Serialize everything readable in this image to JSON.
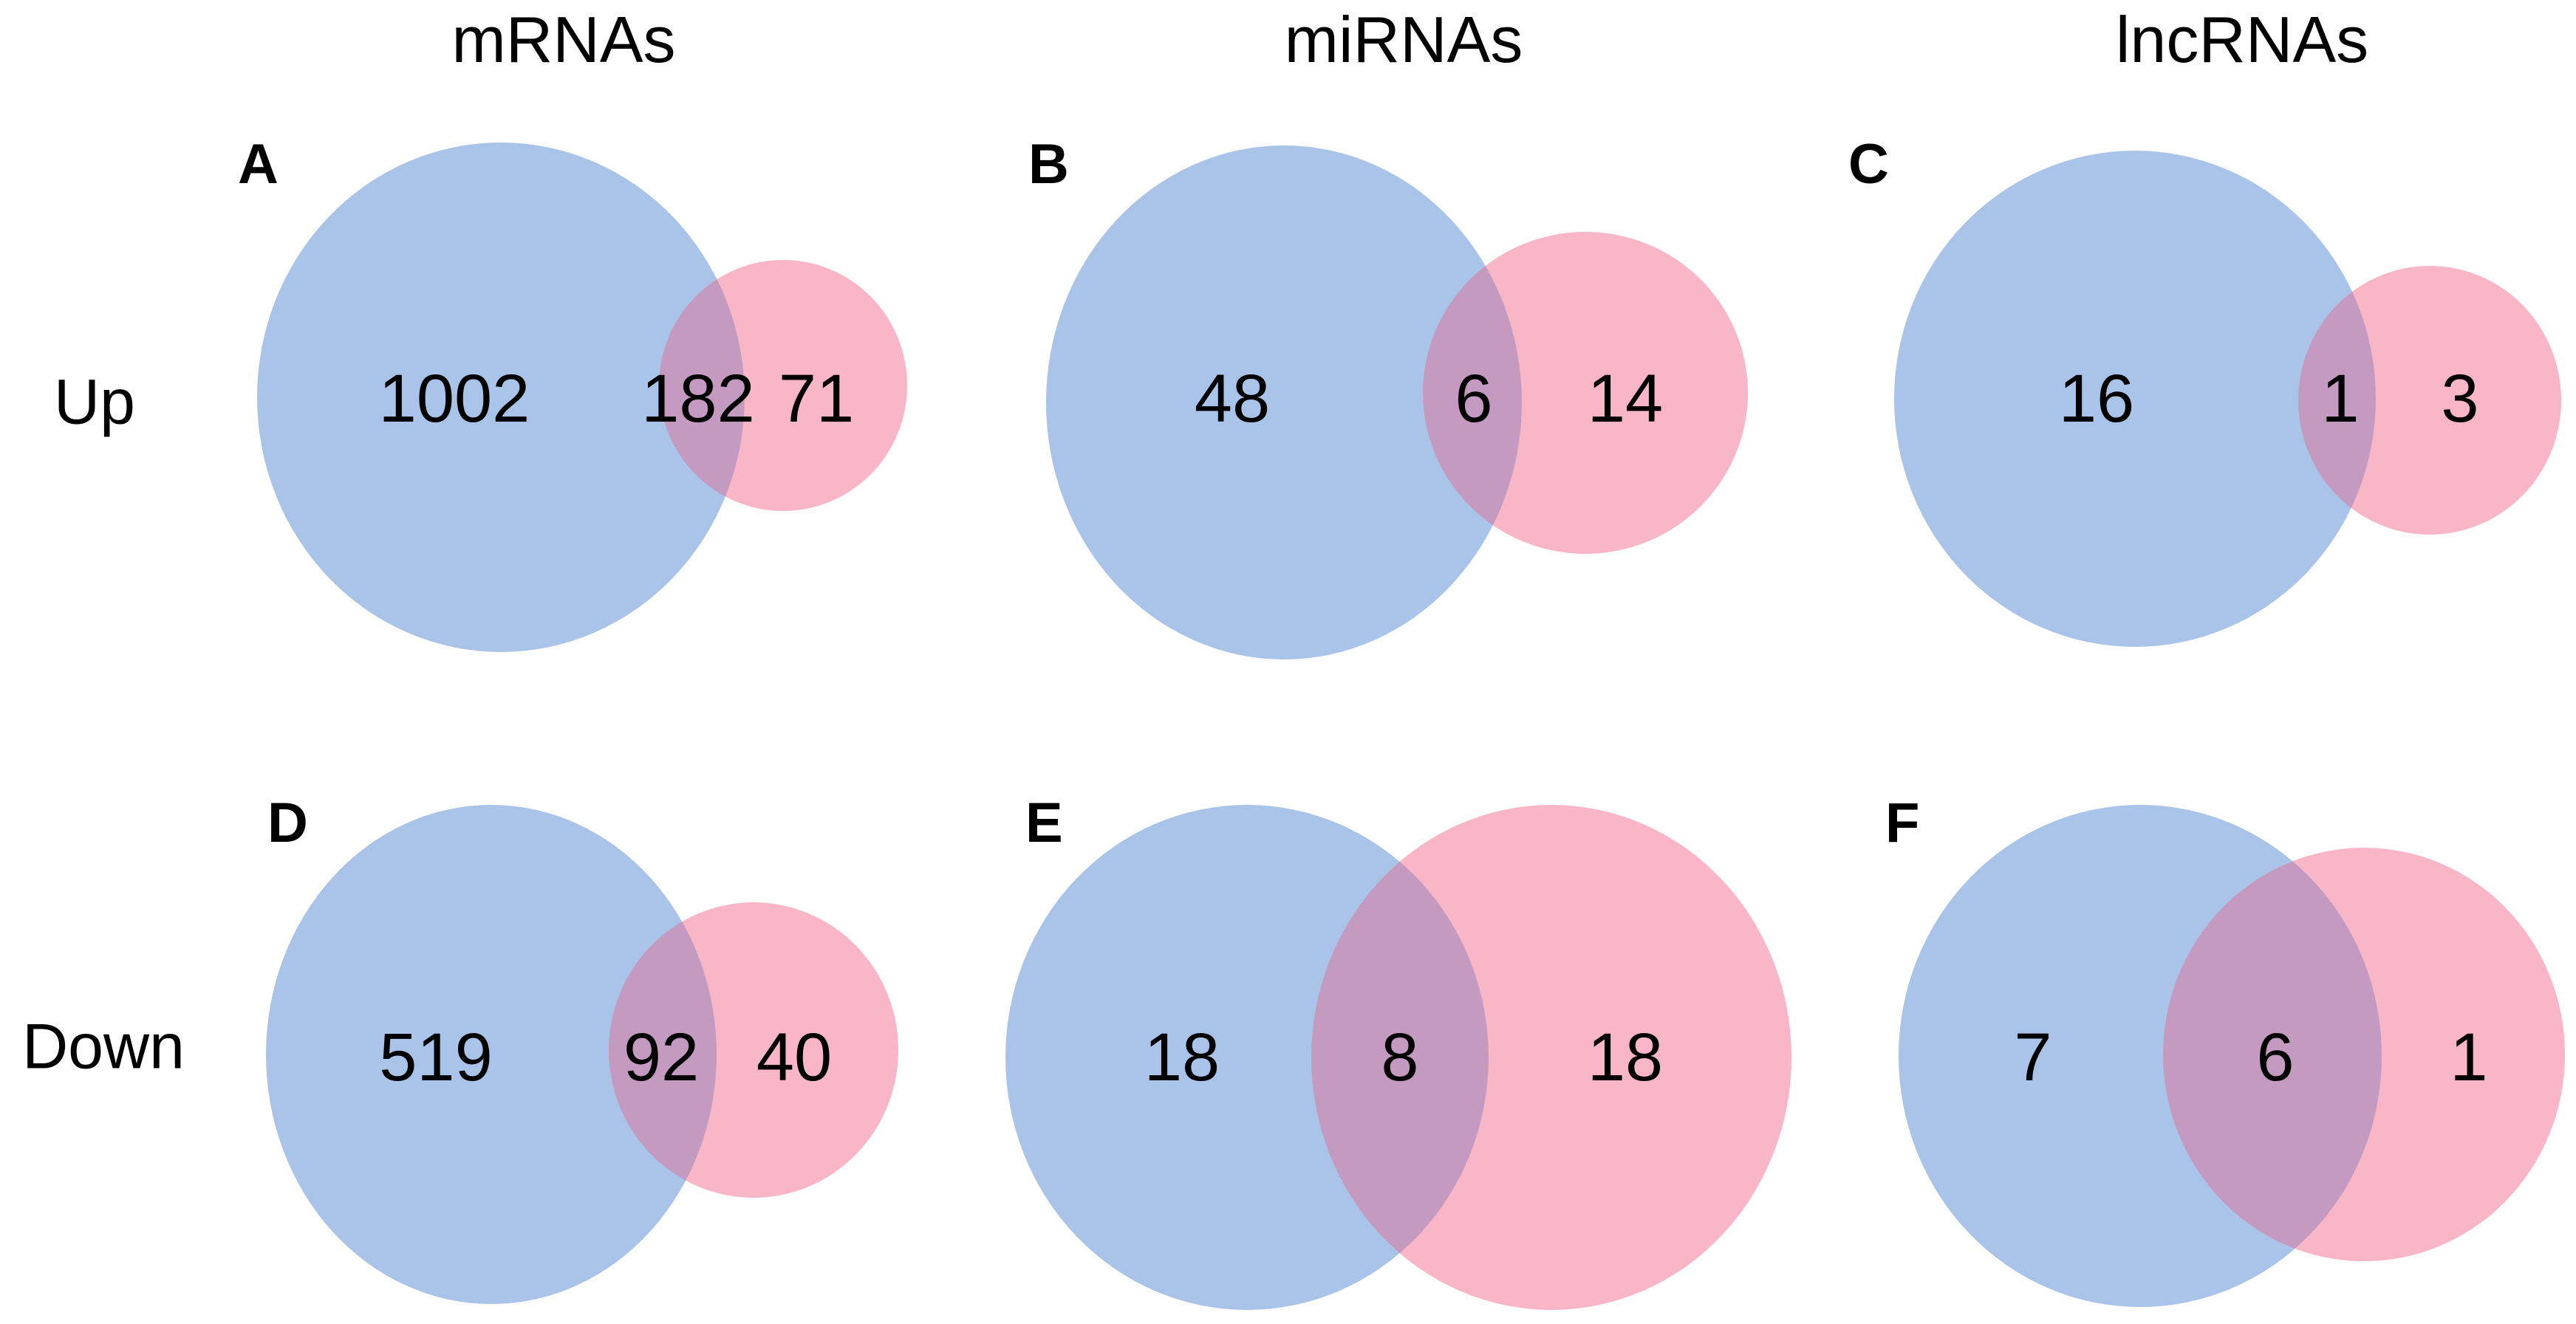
{
  "figure": {
    "column_headers": [
      "mRNAs",
      "miRNAs",
      "lncRNAs"
    ],
    "row_labels": [
      "Up",
      "Down"
    ]
  },
  "colors": {
    "blue_circle": "#a9c4e8",
    "pink_circle": "#f9b6c7",
    "overlap_region": "#c59ac1",
    "text": "#000000",
    "background": "#ffffff"
  },
  "chart_data": {
    "type": "venn",
    "title": "",
    "columns": [
      "mRNAs",
      "miRNAs",
      "lncRNAs"
    ],
    "rows": [
      "Up",
      "Down"
    ],
    "legend_position": "none",
    "panels": [
      {
        "letter": "A",
        "row": "Up",
        "column": "mRNAs",
        "blue_only": 1002,
        "overlap": 182,
        "pink_only": 71,
        "layout": {
          "blue": [
            678,
            538,
            330,
            345
          ],
          "pink": [
            1060,
            522,
            168,
            170
          ],
          "letter_pos": [
            322,
            248
          ],
          "count_pos": {
            "blue": [
              615,
              540
            ],
            "overlap": [
              945,
              540
            ],
            "pink": [
              1105,
              540
            ]
          }
        }
      },
      {
        "letter": "B",
        "row": "Up",
        "column": "miRNAs",
        "blue_only": 48,
        "overlap": 6,
        "pink_only": 14,
        "layout": {
          "blue": [
            1738,
            545,
            322,
            348
          ],
          "pink": [
            2146,
            532,
            220,
            218
          ],
          "letter_pos": [
            1392,
            248
          ],
          "count_pos": {
            "blue": [
              1668,
              540
            ],
            "overlap": [
              1995,
              540
            ],
            "pink": [
              2200,
              540
            ]
          }
        }
      },
      {
        "letter": "C",
        "row": "Up",
        "column": "lncRNAs",
        "blue_only": 16,
        "overlap": 1,
        "pink_only": 3,
        "layout": {
          "blue": [
            2890,
            540,
            326,
            336
          ],
          "pink": [
            3289,
            542,
            178,
            182
          ],
          "letter_pos": [
            2502,
            248
          ],
          "count_pos": {
            "blue": [
              2838,
              540
            ],
            "overlap": [
              3168,
              540
            ],
            "pink": [
              3330,
              540
            ]
          }
        }
      },
      {
        "letter": "D",
        "row": "Down",
        "column": "mRNAs",
        "blue_only": 519,
        "overlap": 92,
        "pink_only": 40,
        "layout": {
          "blue": [
            665,
            1428,
            305,
            338
          ],
          "pink": [
            1020,
            1422,
            196,
            200
          ],
          "letter_pos": [
            362,
            1140
          ],
          "count_pos": {
            "blue": [
              590,
              1432
            ],
            "overlap": [
              895,
              1432
            ],
            "pink": [
              1075,
              1432
            ]
          }
        }
      },
      {
        "letter": "E",
        "row": "Down",
        "column": "miRNAs",
        "blue_only": 18,
        "overlap": 8,
        "pink_only": 18,
        "layout": {
          "blue": [
            1688,
            1432,
            327,
            342
          ],
          "pink": [
            2100,
            1432,
            325,
            342
          ],
          "letter_pos": [
            1388,
            1140
          ],
          "count_pos": {
            "blue": [
              1600,
              1432
            ],
            "overlap": [
              1895,
              1432
            ],
            "pink": [
              2200,
              1432
            ]
          }
        }
      },
      {
        "letter": "F",
        "row": "Down",
        "column": "lncRNAs",
        "blue_only": 7,
        "overlap": 6,
        "pink_only": 1,
        "layout": {
          "blue": [
            2897,
            1430,
            327,
            340
          ],
          "pink": [
            3200,
            1428,
            272,
            280
          ],
          "letter_pos": [
            2552,
            1140
          ],
          "count_pos": {
            "blue": [
              2752,
              1432
            ],
            "overlap": [
              3080,
              1432
            ],
            "pink": [
              3342,
              1432
            ]
          }
        }
      }
    ],
    "header_centers_x": [
      763,
      1900,
      3035
    ],
    "row_label_centers": [
      [
        128,
        545
      ],
      [
        140,
        1418
      ]
    ]
  }
}
